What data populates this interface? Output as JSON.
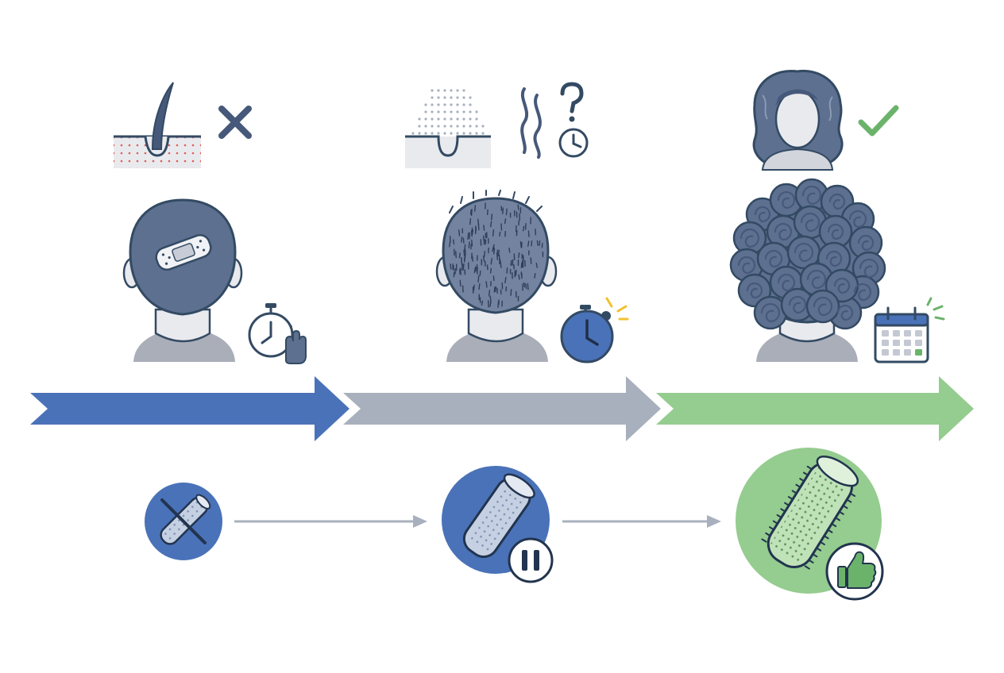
{
  "colors": {
    "blue": "#4a72b8",
    "gray": "#a9b0bd",
    "green": "#95cc8f",
    "navy": "#334a63",
    "hair": "#5d7090",
    "hairDark": "#46597a",
    "skin": "#e9eaee",
    "skinShade": "#d3d5dc",
    "shoulder": "#a9aeb9",
    "red": "#e14b4b",
    "yellow": "#f2c12e",
    "check": "#6bb36b"
  },
  "stages": [
    {
      "id": "early",
      "arrow_color": "blue",
      "status_icon": "x-mark-icon",
      "top_icon": "hair-follicle-scalp-icon",
      "head_icon": "bandaged-bald-head-icon",
      "timer_icon": "stopwatch-stop-hand-icon",
      "roller_icon": "crossed-out-roller-icon",
      "badge_icon": "none"
    },
    {
      "id": "regrowth",
      "arrow_color": "gray",
      "status_icon": "question-clock-icon",
      "top_icon": "regrowth-follicles-icon",
      "head_icon": "short-stubble-head-icon",
      "timer_icon": "ringing-stopwatch-icon",
      "roller_icon": "hair-roller-icon",
      "badge_icon": "pause-icon"
    },
    {
      "id": "recovered",
      "arrow_color": "green",
      "status_icon": "check-mark-icon",
      "top_icon": "wavy-hair-woman-icon",
      "head_icon": "curly-hair-head-icon",
      "timer_icon": "calendar-icon",
      "roller_icon": "hair-roller-icon",
      "badge_icon": "thumbs-up-icon"
    }
  ]
}
